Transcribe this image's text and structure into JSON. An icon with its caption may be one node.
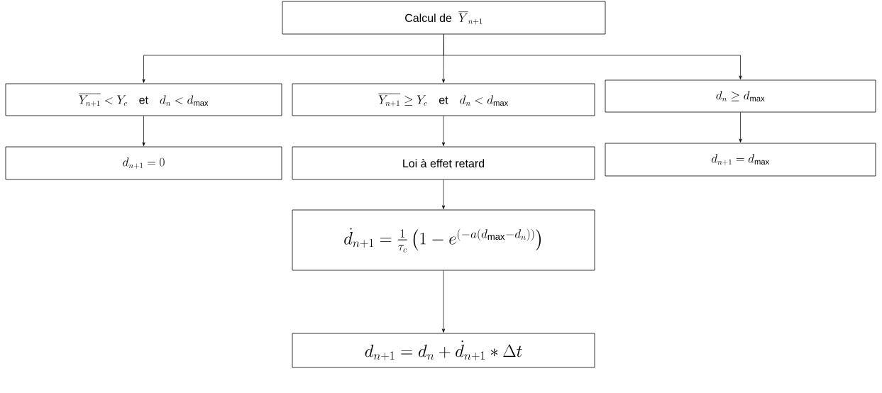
{
  "diagram": {
    "nodes": [
      {
        "text": [
          "\\text{Calcul de }\\;\\overline{Y}_{n+1}"
        ]
      },
      {
        "text": [
          "\\overline{Y_{n+1}} < Y_c \\quad \\text{et} \\quad d_n < d_{\\max}"
        ]
      },
      {
        "text": [
          "\\overline{Y_{n+1}} \\geq Y_c \\quad \\text{et} \\quad d_n < d_{\\max}"
        ]
      },
      {
        "text": [
          "d_n \\geq d_{\\max}"
        ]
      },
      {
        "text": [
          "d_{n+1} = 0"
        ]
      },
      {
        "text": [
          "Loi à effet retard"
        ]
      },
      {
        "text": [
          "d_{n+1} = d_{\\max}"
        ]
      },
      {
        "text": [
          "\\dot{d}_{n+1} = \\frac{1}{\\tau_c}\\left(1 - e^{(-a(d_{\\max} - d_n))}\\right)"
        ]
      },
      {
        "text": [
          "d_{n+1} = d_n + \\dot{d}_{n+1} * \\Delta t"
        ]
      }
    ],
    "edges": [
      {
        "from": 0,
        "to": 1,
        "arrow": "to"
      },
      {
        "from": 0,
        "to": 2,
        "arrow": "to"
      },
      {
        "from": 0,
        "to": 3,
        "arrow": "to"
      },
      {
        "from": 1,
        "to": 4,
        "arrow": "to"
      },
      {
        "from": 2,
        "to": 5,
        "arrow": "to"
      },
      {
        "from": 3,
        "to": 6,
        "arrow": "to"
      },
      {
        "from": 5,
        "to": 7,
        "arrow": "to"
      },
      {
        "from": 7,
        "to": 8,
        "arrow": "to"
      }
    ]
  }
}
